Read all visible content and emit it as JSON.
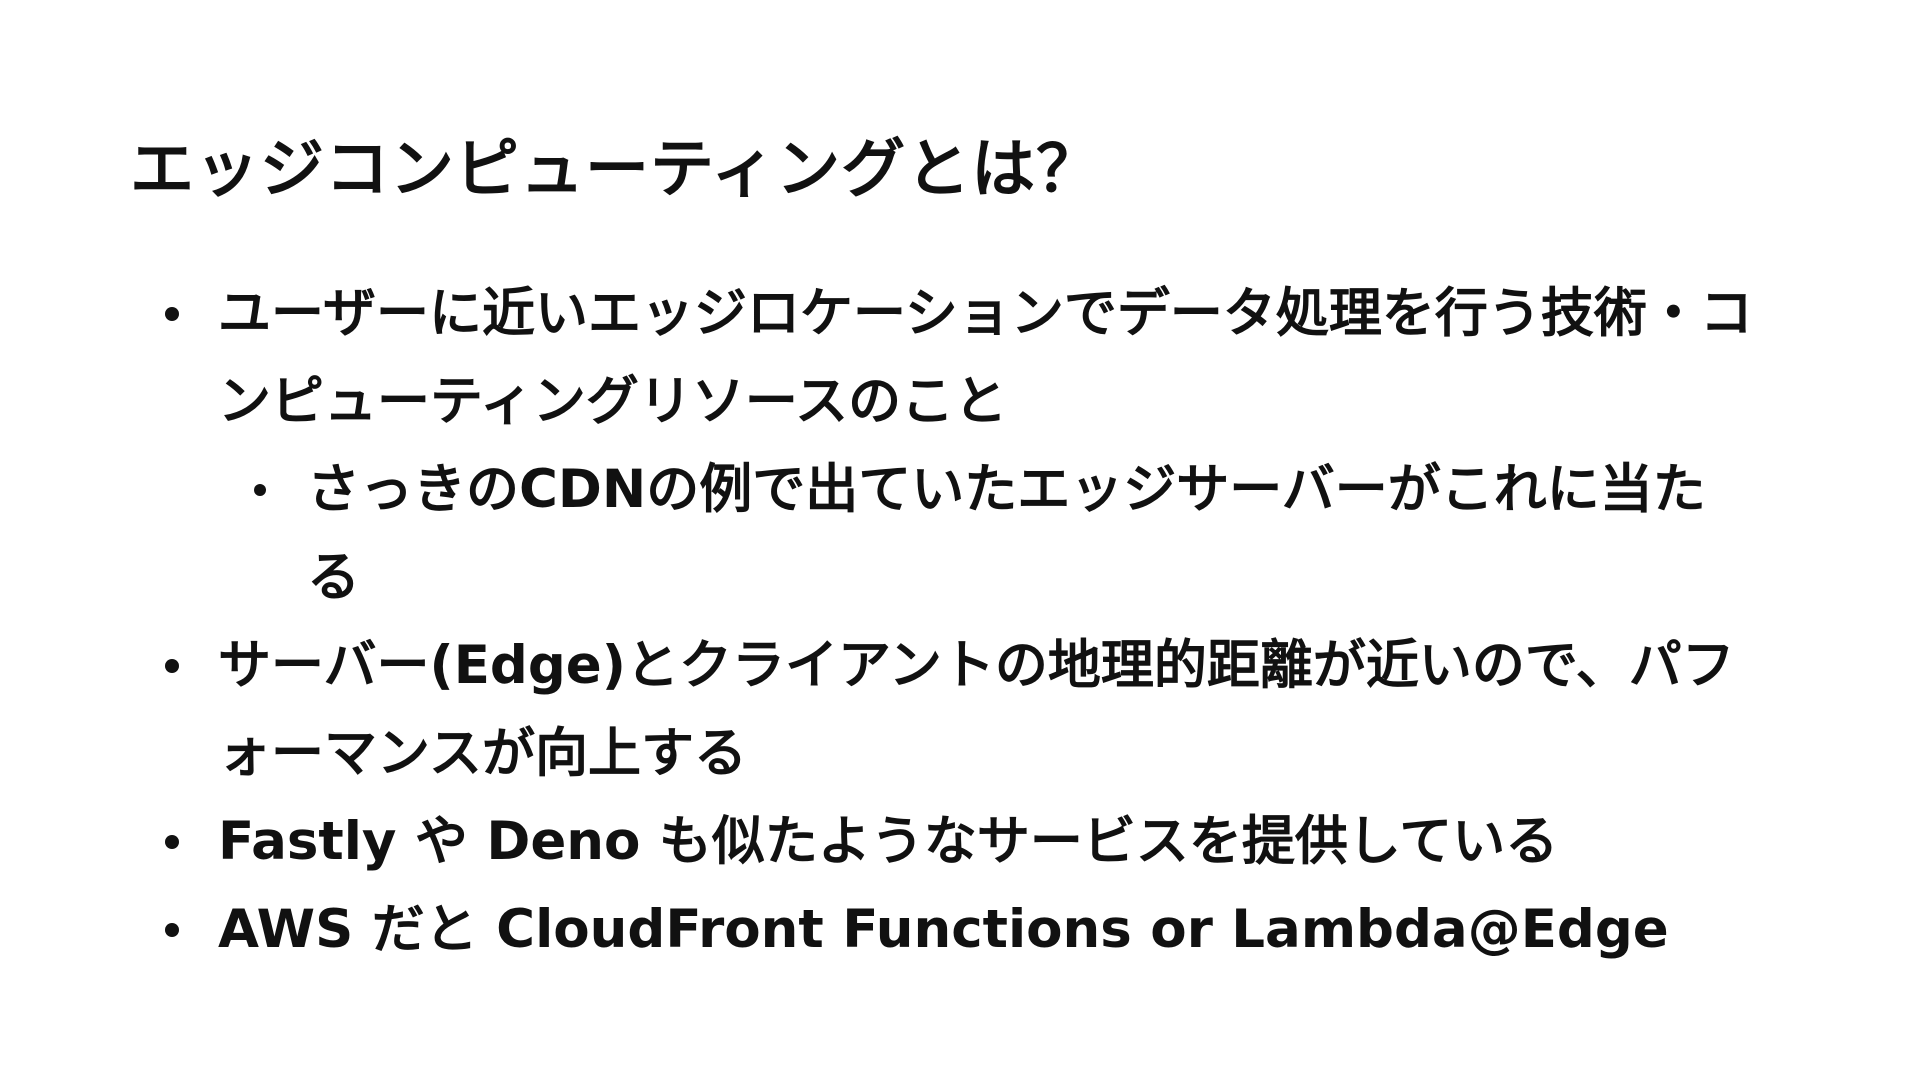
{
  "slide": {
    "title": "エッジコンピューティングとは？",
    "bullets": [
      {
        "level": 1,
        "text": "ユーザーに近いエッジロケーションでデータ処理を行う技術・コンピューティングリソースのこと"
      },
      {
        "level": 2,
        "text": "さっきのCDNの例で出ていたエッジサーバーがこれに当たる"
      },
      {
        "level": 1,
        "text": "サーバー(Edge)とクライアントの地理的距離が近いので、パフォーマンスが向上する"
      },
      {
        "level": 1,
        "text": "Fastly や Deno も似たようなサービスを提供している"
      },
      {
        "level": 1,
        "text": "AWS だと CloudFront Functions or Lambda@Edge"
      }
    ]
  }
}
